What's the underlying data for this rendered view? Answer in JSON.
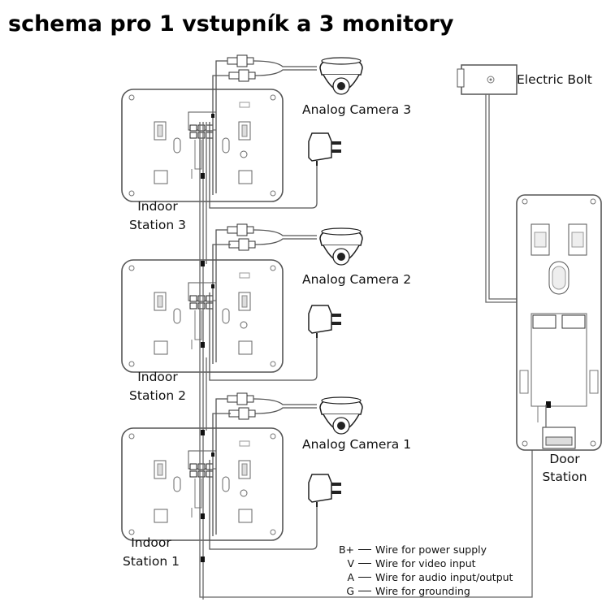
{
  "title": "schema pro 1 vstupník a 3 monitory",
  "labels": {
    "electric_bolt": "Electric Bolt",
    "camera3": "Analog Camera 3",
    "camera2": "Analog Camera 2",
    "camera1": "Analog Camera 1",
    "indoor3_line1": "Indoor",
    "indoor3_line2": "Station 3",
    "indoor2_line1": "Indoor",
    "indoor2_line2": "Station 2",
    "indoor1_line1": "Indoor",
    "indoor1_line2": "Station 1",
    "door_line1": "Door",
    "door_line2": "Station"
  },
  "legend": [
    {
      "code": "B+",
      "text": "Wire for power supply"
    },
    {
      "code": "V",
      "text": "Wire for video input"
    },
    {
      "code": "A",
      "text": "Wire for audio input/output"
    },
    {
      "code": "G",
      "text": "Wire for grounding"
    }
  ],
  "colors": {
    "line": "#555555",
    "fill": "#ffffff",
    "dark": "#111111"
  }
}
